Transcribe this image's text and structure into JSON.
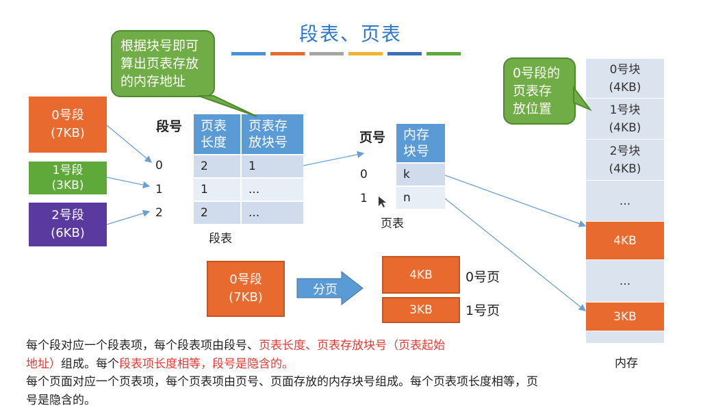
{
  "title": "段表、页表",
  "stripe_colors": [
    "#4a90d9",
    "#e86a2e",
    "#a5a5a5",
    "#f0b430",
    "#3a6fb5",
    "#5fa83a"
  ],
  "segments": [
    {
      "name": "0号段",
      "size": "(7KB)",
      "color": "#e86a2e"
    },
    {
      "name": "1号段",
      "size": "(3KB)",
      "color": "#5fa83a"
    },
    {
      "name": "2号段",
      "size": "(6KB)",
      "color": "#5b3aa0"
    }
  ],
  "segment_table": {
    "seg_no_header": "段号",
    "headers": [
      "页表\n长度",
      "页表存\n放块号"
    ],
    "row_labels": [
      "0",
      "1",
      "2"
    ],
    "rows": [
      [
        "2",
        "1"
      ],
      [
        "1",
        "..."
      ],
      [
        "2",
        "..."
      ]
    ],
    "caption": "段表"
  },
  "page_table": {
    "page_no_header": "页号",
    "header": "内存\n块号",
    "row_labels": [
      "0",
      "1"
    ],
    "rows": [
      "k",
      "n"
    ],
    "caption": "页表"
  },
  "callout_top": "根据块号即可\n算出页表存放\n的内存地址",
  "callout_right": "0号段的\n页表存\n放位置",
  "memory": {
    "blocks": [
      {
        "text": "0号块\n(4KB)",
        "kind": "light"
      },
      {
        "text": "1号块\n(4KB)",
        "kind": "light"
      },
      {
        "text": "2号块\n(4KB)",
        "kind": "light"
      },
      {
        "text": "...",
        "kind": "light"
      },
      {
        "text": "4KB",
        "kind": "orange"
      },
      {
        "text": "...",
        "kind": "light"
      },
      {
        "text": "3KB",
        "kind": "orange"
      },
      {
        "text": "",
        "kind": "light"
      }
    ],
    "caption": "内存"
  },
  "paging": {
    "segment_name": "0号段",
    "segment_size": "(7KB)",
    "arrow_label": "分页",
    "pages": [
      {
        "size": "4KB",
        "label": "0号页"
      },
      {
        "size": "3KB",
        "label": "1号页"
      }
    ]
  },
  "paragraphs": {
    "p1_a": "每个段对应一个段表项，每个段表项由段号、",
    "p1_b": "页表长度、页表存放块号（页表起始",
    "p1_c": "地址）",
    "p1_d": "组成。每个",
    "p1_e": "段表项长度相等，段号是隐含的。",
    "p2": "每个页面对应一个页表项，每个页表项由页号、页面存放的内存块号组成。每个页表项长度相等，页号是隐含的。"
  }
}
